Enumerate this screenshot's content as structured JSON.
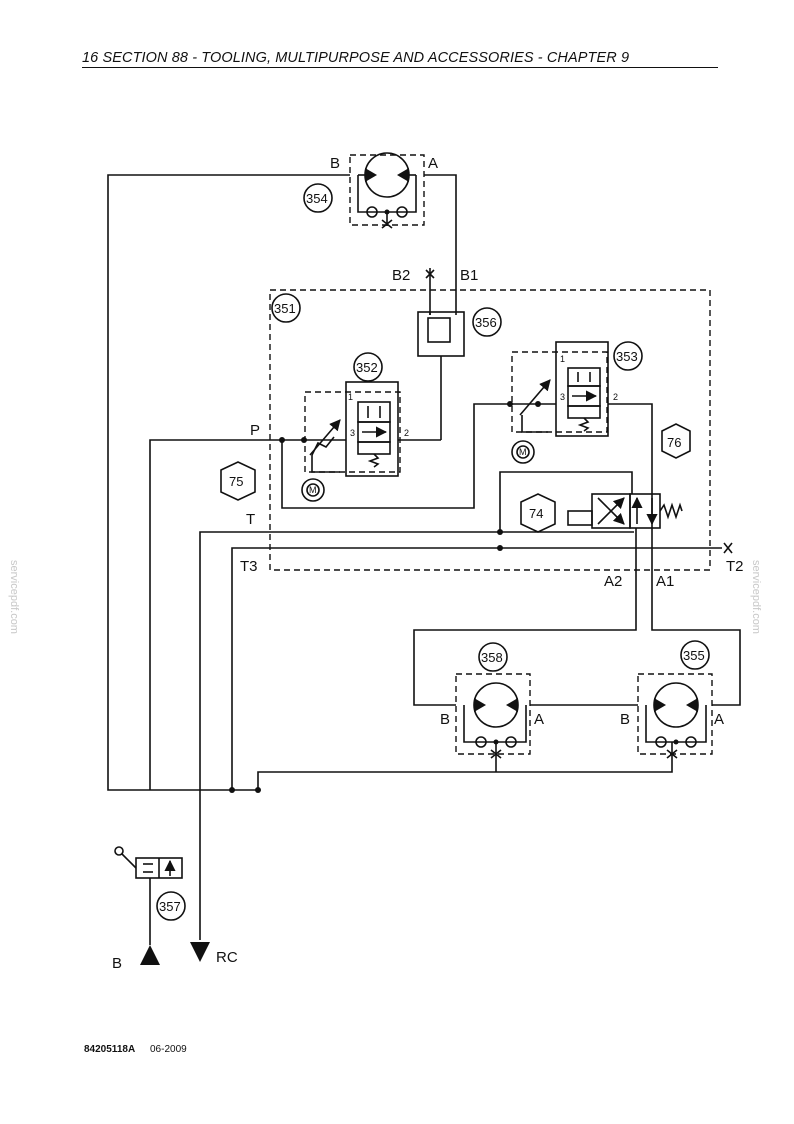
{
  "header": {
    "title": "16 SECTION 88 - TOOLING, MULTIPURPOSE AND ACCESSORIES - CHAPTER 9"
  },
  "footer": {
    "code": "84205118A",
    "date": "06-2009"
  },
  "watermark": "servicepdf.com",
  "components": {
    "c354": "354",
    "c351": "351",
    "c356": "356",
    "c352": "352",
    "c353": "353",
    "c76": "76",
    "c75": "75",
    "c74": "74",
    "c358": "358",
    "c355": "355",
    "c357": "357"
  },
  "ports": {
    "top_b": "B",
    "top_a": "A",
    "b2": "B2",
    "b1": "B1",
    "p": "P",
    "t": "T",
    "t3": "T3",
    "t2": "T2",
    "a2": "A2",
    "a1": "A1",
    "m358_b": "B",
    "m358_a": "A",
    "m355_b": "B",
    "m355_a": "A",
    "v352_3": "3",
    "v352_2": "2",
    "v352_1": "1",
    "v353_3": "3",
    "v353_2": "2",
    "v353_1": "1",
    "motor_m": "M",
    "out_b": "B",
    "out_rc": "RC"
  }
}
